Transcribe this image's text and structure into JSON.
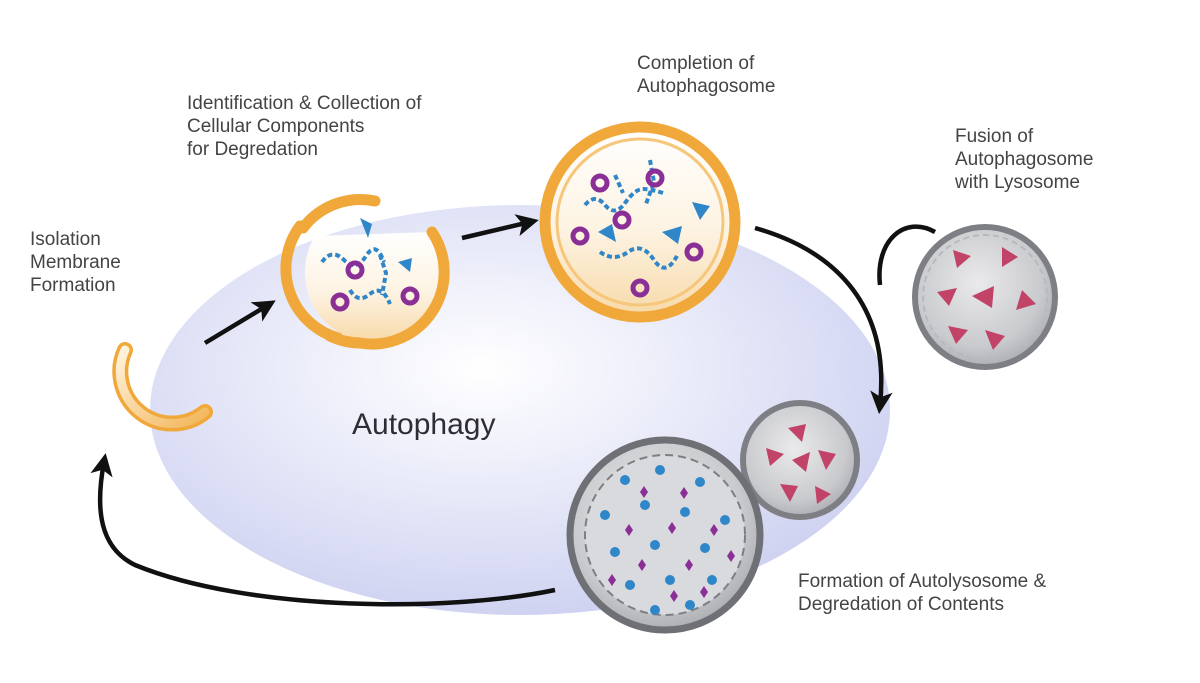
{
  "labels": {
    "isolation": [
      "Isolation",
      "Membrane",
      "Formation"
    ],
    "identification": [
      "Identification & Collection of",
      "Cellular Components",
      "for Degredation"
    ],
    "completion": [
      "Completion of",
      "Autophagosome"
    ],
    "fusion": [
      "Fusion of",
      "Autophagosome",
      "with Lysosome"
    ],
    "autolysosome": [
      "Formation of Autolysosome &",
      "Degredation of Contents"
    ]
  },
  "center_label": "Autophagy",
  "colors": {
    "membrane_orange": "#f0a83a",
    "cycle_background": "#dde0f6",
    "lysosome_gray": "#9a9ca0",
    "cargo_purple": "#8a2f96",
    "cargo_blue": "#2f86c8",
    "lysosome_triangle": "#c24368",
    "arrow": "#111111"
  }
}
